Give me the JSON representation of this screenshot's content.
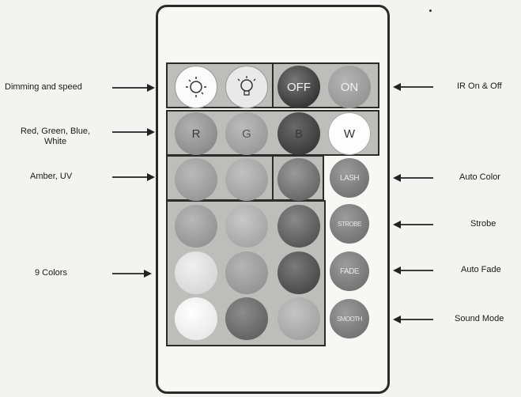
{
  "left_labels": {
    "dimming_speed": "Dimming and speed",
    "rgbw": "Red, Green, Blue,",
    "rgbw_line2": "White",
    "amber_uv": "Amber, UV",
    "nine_colors": "9 Colors"
  },
  "right_labels": {
    "ir_on_off": "IR On & Off",
    "auto_color": "Auto Color",
    "strobe": "Strobe",
    "auto_fade": "Auto Fade",
    "sound_mode": "Sound Mode"
  },
  "buttons": {
    "off": "OFF",
    "on": "ON",
    "r": "R",
    "g": "G",
    "b": "B",
    "w": "W",
    "flash": "LASH",
    "strobe": "STROBE",
    "fade": "FADE",
    "smooth": "SMOOTH"
  },
  "colors": {
    "remote_outline": "#2a2a2a",
    "panel": "#bdbdbb"
  }
}
